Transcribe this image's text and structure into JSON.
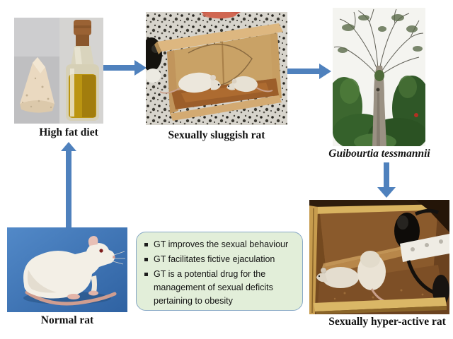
{
  "figure": {
    "captions": {
      "high_fat_diet": "High fat diet",
      "sluggish_rat": "Sexually sluggish rat",
      "tree": "Guibourtia tessmannii",
      "hyper_rat": "Sexually hyper-active rat",
      "normal_rat": "Normal rat"
    },
    "info_box": {
      "bullets": [
        "GT improves the sexual behaviour",
        "GT facilitates fictive ejaculation",
        "GT is a potential drug for the management of sexual deficits pertaining to obesity"
      ]
    },
    "colors": {
      "arrow": "#4f81bd",
      "info_box_bg": "#e2eed9",
      "info_box_border": "#87a8c6"
    },
    "icons": {
      "flow": [
        "arrow-right-icon",
        "arrow-right-icon",
        "arrow-down-icon",
        "arrow-up-icon"
      ]
    }
  }
}
